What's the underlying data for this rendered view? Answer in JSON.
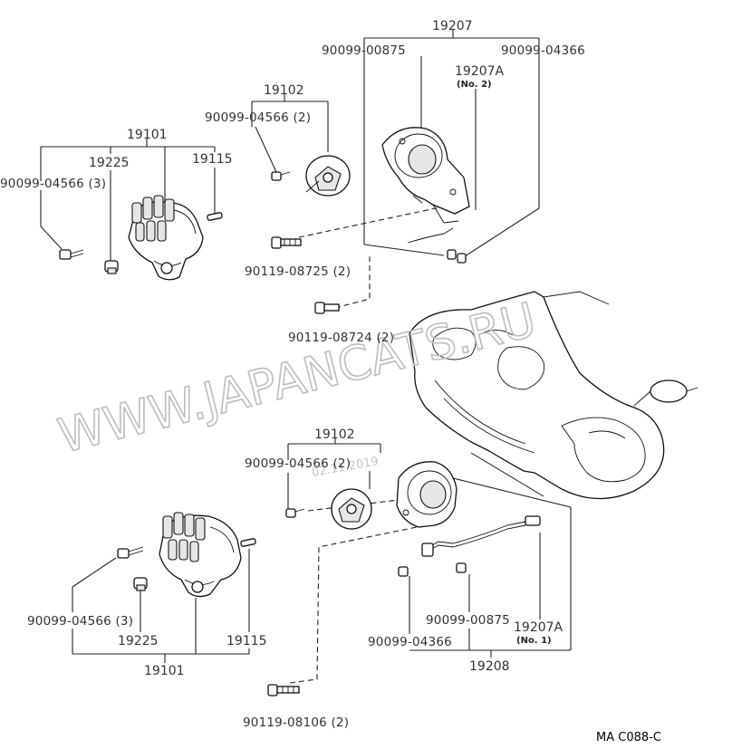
{
  "labels": {
    "upper": {
      "l19207": "19207",
      "l90099_00875": "90099-00875",
      "l90099_04366": "90099-04366",
      "l19207A": "19207A",
      "l19207A_sub": "(No. 2)",
      "l19102": "19102",
      "l90099_04566_2": "90099-04566 (2)",
      "l19101": "19101",
      "l19225": "19225",
      "l19115": "19115",
      "l90099_04566_3": "90099-04566 (3)",
      "l90119_08725": "90119-08725 (2)",
      "l90119_08724": "90119-08724 (2)"
    },
    "lower": {
      "l19102": "19102",
      "l90099_04566_2": "90099-04566 (2)",
      "l90099_04566_3": "90099-04566 (3)",
      "l19225": "19225",
      "l19115": "19115",
      "l19101": "19101",
      "l90099_00875": "90099-00875",
      "l19207A": "19207A",
      "l19207A_sub": "(No. 1)",
      "l90099_04366": "90099-04366",
      "l19208": "19208",
      "l90119_08106": "90119-08106 (2)"
    }
  },
  "diagram_code": "MA C088-C",
  "watermark": {
    "text": "WWW.JAPANCATS.RU",
    "stamp": "02.11.2019"
  }
}
